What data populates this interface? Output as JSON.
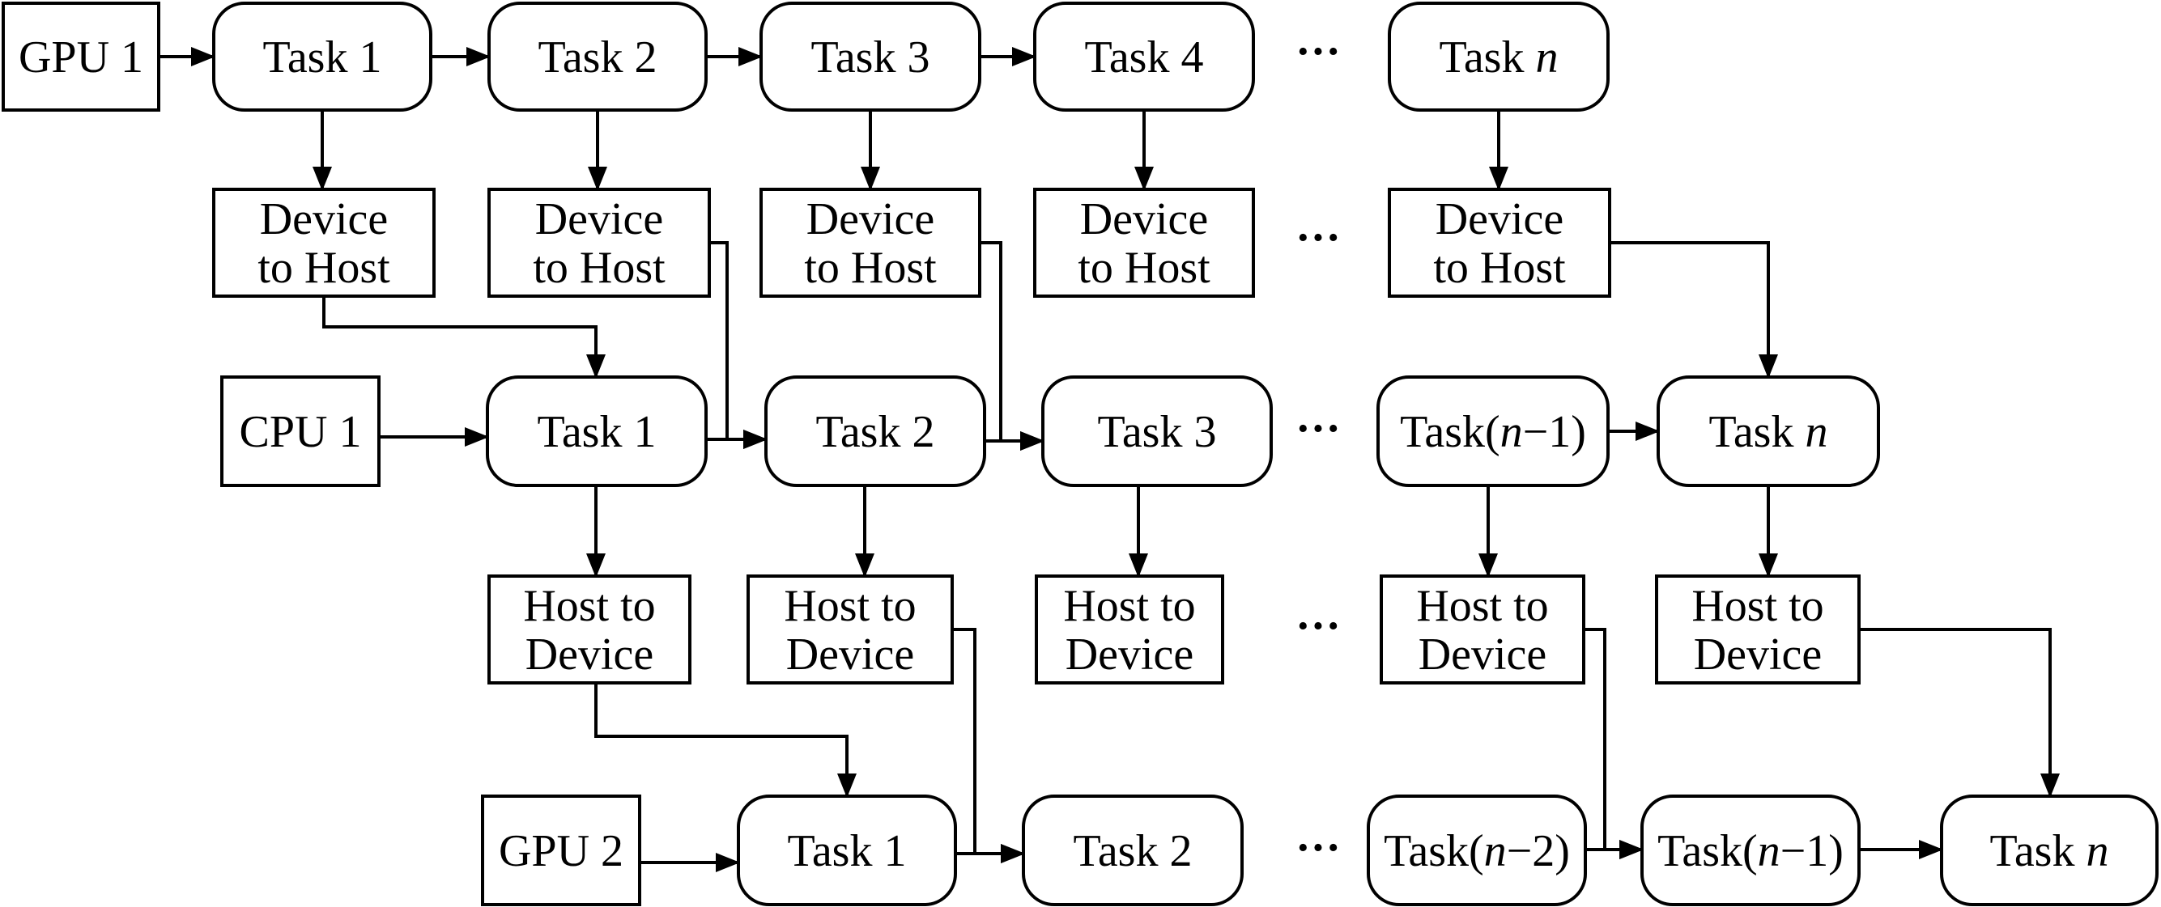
{
  "gpu1": {
    "label": "GPU 1",
    "tasks": [
      {
        "parts": [
          {
            "t": "Task 1"
          }
        ]
      },
      {
        "parts": [
          {
            "t": "Task 2"
          }
        ]
      },
      {
        "parts": [
          {
            "t": "Task 3"
          }
        ]
      },
      {
        "parts": [
          {
            "t": "Task 4"
          }
        ]
      },
      {
        "parts": [
          {
            "t": "Task "
          },
          {
            "t": "n",
            "i": true
          }
        ]
      }
    ],
    "transfers": [
      [
        "Device",
        "to Host"
      ],
      [
        "Device",
        "to Host"
      ],
      [
        "Device",
        "to Host"
      ],
      [
        "Device",
        "to Host"
      ],
      [
        "Device",
        "to Host"
      ]
    ]
  },
  "cpu1": {
    "label": "CPU 1",
    "tasks": [
      {
        "parts": [
          {
            "t": "Task 1"
          }
        ]
      },
      {
        "parts": [
          {
            "t": "Task 2"
          }
        ]
      },
      {
        "parts": [
          {
            "t": "Task 3"
          }
        ]
      },
      {
        "parts": [
          {
            "t": "Task("
          },
          {
            "t": "n",
            "i": true
          },
          {
            "t": "−1)"
          }
        ]
      },
      {
        "parts": [
          {
            "t": "Task "
          },
          {
            "t": "n",
            "i": true
          }
        ]
      }
    ],
    "transfers": [
      [
        "Host to",
        "Device"
      ],
      [
        "Host to",
        "Device"
      ],
      [
        "Host to",
        "Device"
      ],
      [
        "Host to",
        "Device"
      ],
      [
        "Host to",
        "Device"
      ]
    ]
  },
  "gpu2": {
    "label": "GPU 2",
    "tasks": [
      {
        "parts": [
          {
            "t": "Task 1"
          }
        ]
      },
      {
        "parts": [
          {
            "t": "Task 2"
          }
        ]
      },
      {
        "parts": [
          {
            "t": "Task("
          },
          {
            "t": "n",
            "i": true
          },
          {
            "t": "−2)"
          }
        ]
      },
      {
        "parts": [
          {
            "t": "Task("
          },
          {
            "t": "n",
            "i": true
          },
          {
            "t": "−1)"
          }
        ]
      },
      {
        "parts": [
          {
            "t": "Task "
          },
          {
            "t": "n",
            "i": true
          }
        ]
      }
    ]
  },
  "ellipsis": "···"
}
